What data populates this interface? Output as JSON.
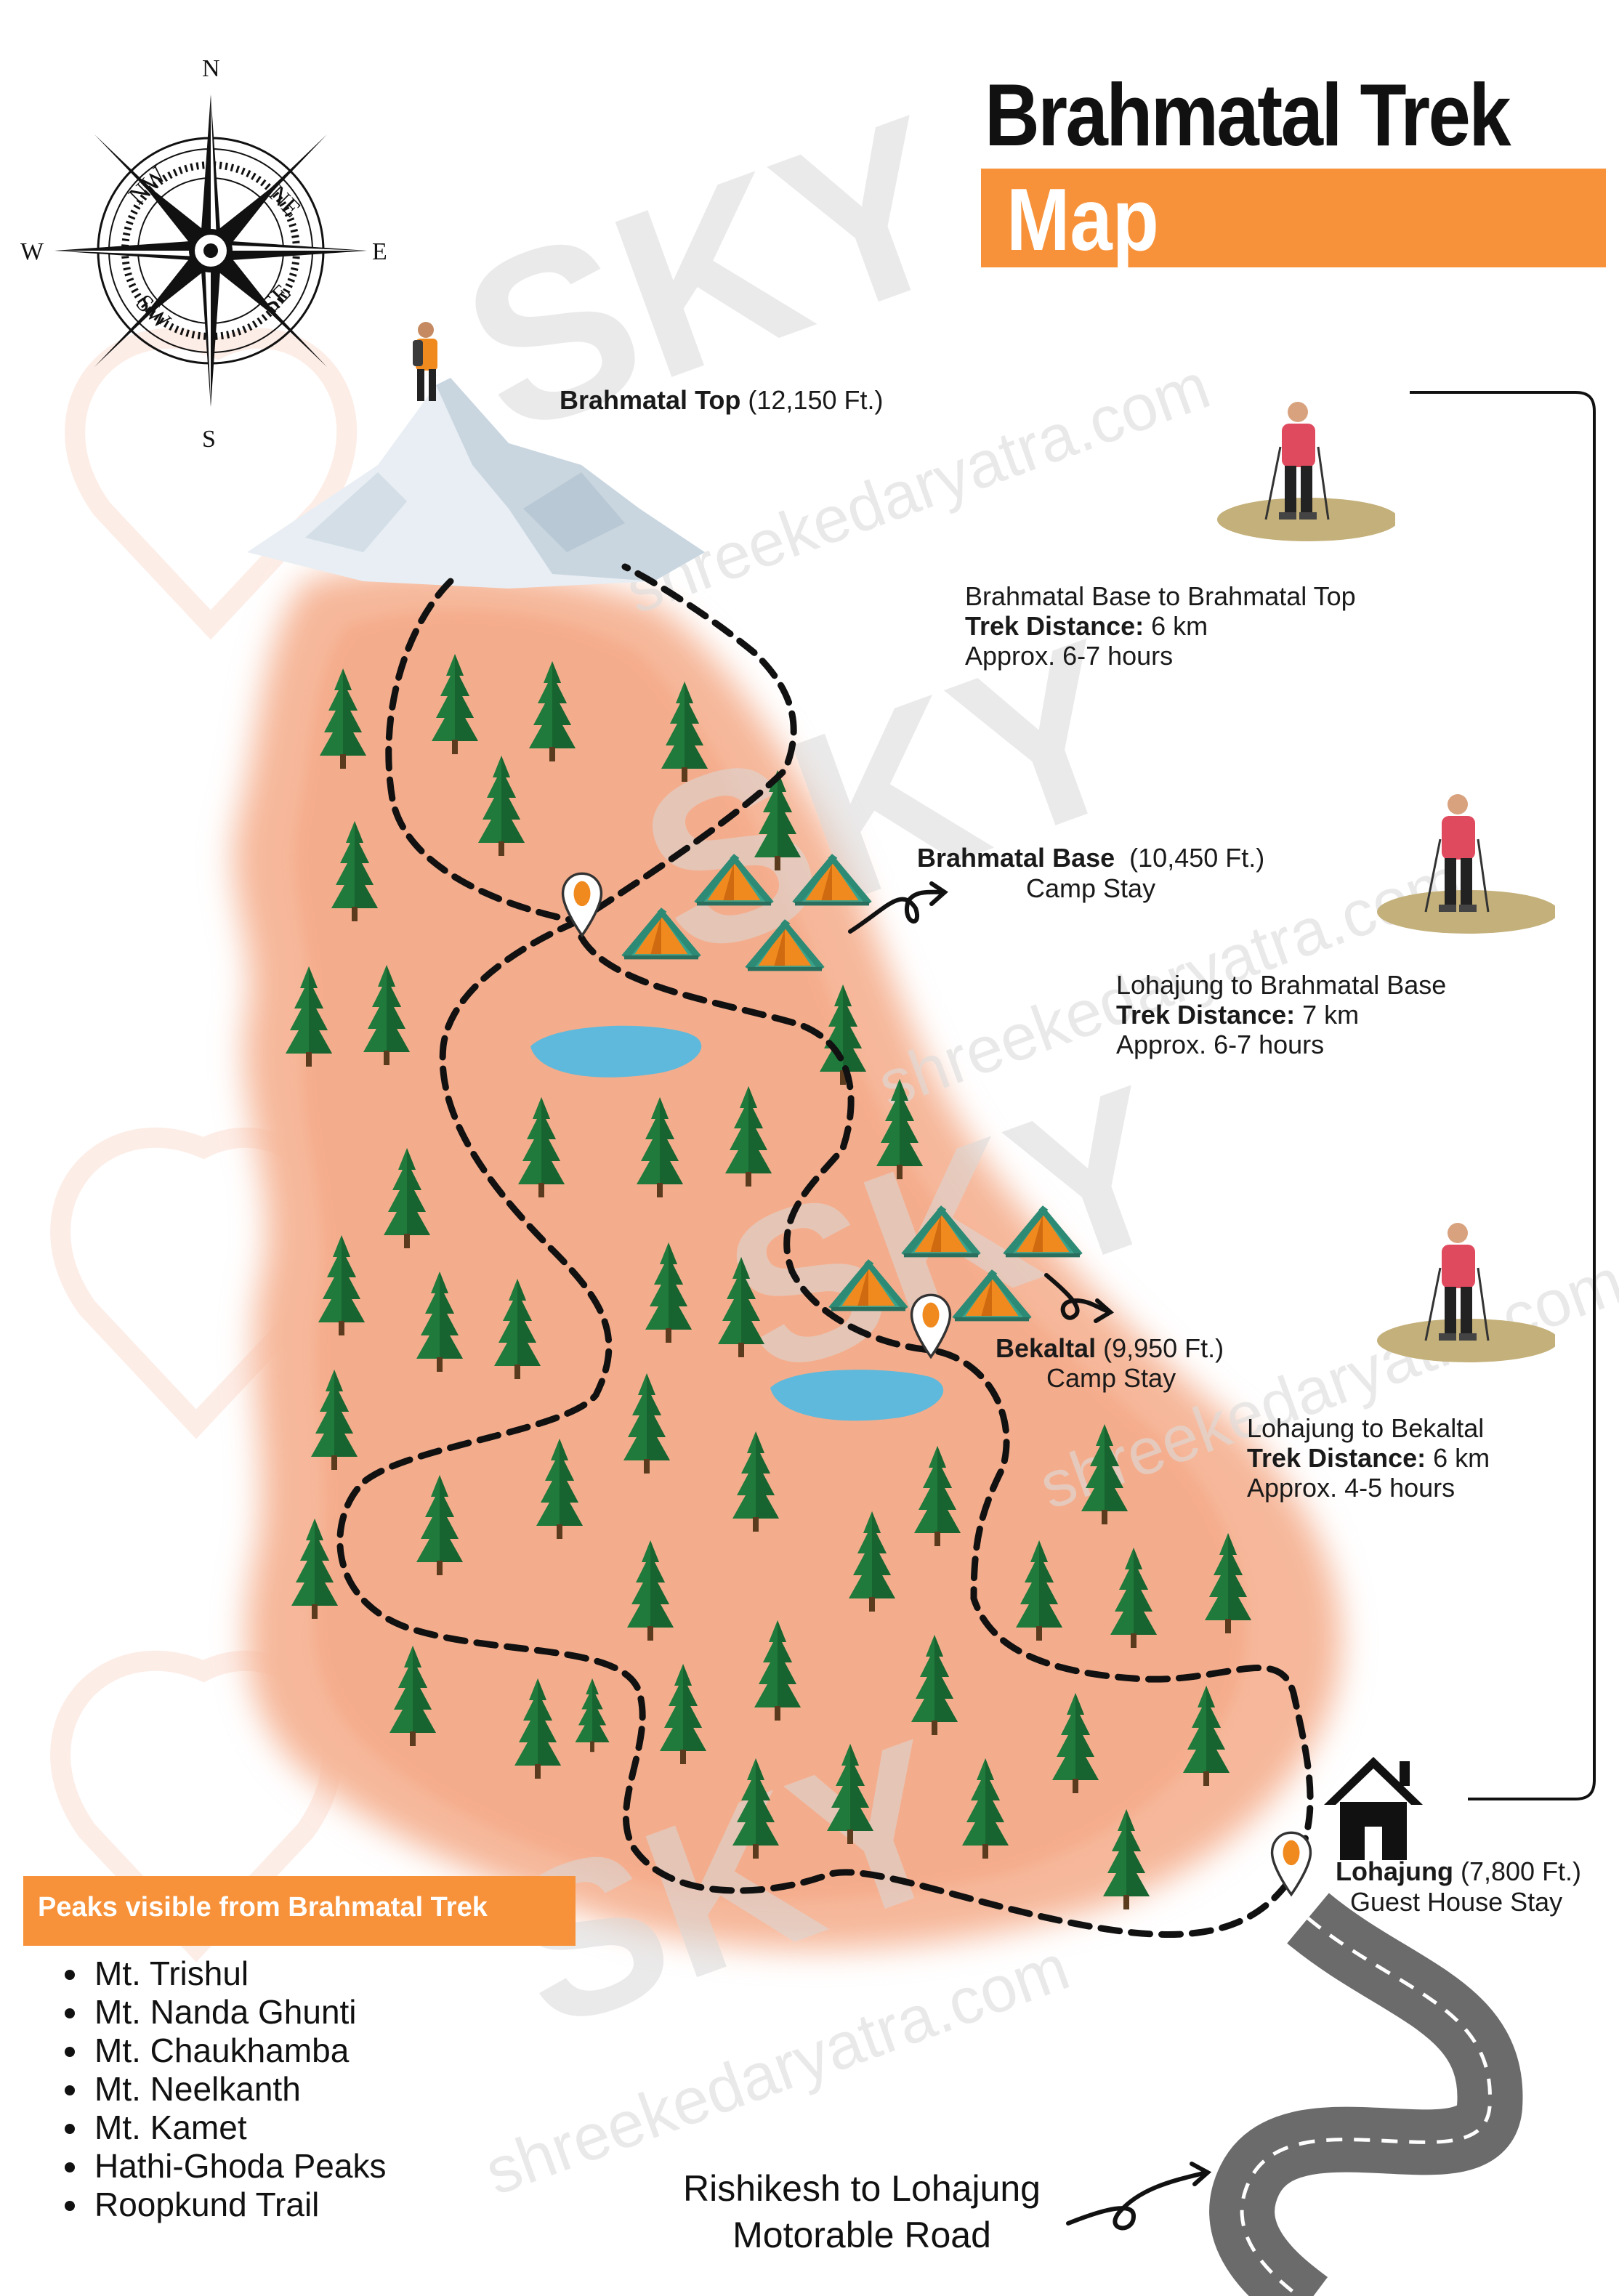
{
  "title": {
    "line1": "Brahmatal Trek",
    "line2": "Map"
  },
  "colors": {
    "accent": "#f7923a",
    "terrain": "#f6b79a",
    "tree": "#1f7a3c",
    "tent": "#f08a1f",
    "tent_roof": "#3aa38c",
    "lake": "#5fb9dc",
    "pin": "#f08a1f",
    "road": "#6b6b6b"
  },
  "icons": [
    "compass-icon",
    "hiker-icon",
    "snow-peak-icon",
    "tree-icon",
    "tent-icon",
    "lake-icon",
    "location-pin-icon",
    "house-icon",
    "trekker-icon",
    "road-icon",
    "arrow-icon"
  ],
  "compass": {
    "n": "N",
    "s": "S",
    "e": "E",
    "w": "W",
    "ne": "NE",
    "nw": "NW",
    "se": "SE",
    "sw": "SW"
  },
  "watermark": {
    "big": "SKY",
    "url": "shreekedaryatra.com"
  },
  "stops": {
    "top": {
      "name": "Brahmatal Top",
      "alt": "(12,150 Ft.)"
    },
    "base": {
      "name": "Brahmatal Base",
      "alt": "(10,450 Ft.)",
      "stay": "Camp Stay"
    },
    "bekaltal": {
      "name": "Bekaltal",
      "alt": "(9,950 Ft.)",
      "stay": "Camp Stay"
    },
    "lohajung": {
      "name": "Lohajung",
      "alt": "(7,800 Ft.)",
      "stay": "Guest House Stay"
    }
  },
  "segments": [
    {
      "route": "Brahmatal Base to Brahmatal Top",
      "distance_label": "Trek Distance:",
      "distance": "6 km",
      "time": "Approx. 6-7 hours"
    },
    {
      "route": "Lohajung to Brahmatal Base",
      "distance_label": "Trek Distance:",
      "distance": "7 km",
      "time": "Approx. 6-7 hours"
    },
    {
      "route": "Lohajung to Bekaltal",
      "distance_label": "Trek Distance:",
      "distance": "6 km",
      "time": "Approx. 4-5 hours"
    }
  ],
  "peaks": {
    "title": "Peaks visible from Brahmatal Trek",
    "items": [
      "Mt. Trishul",
      "Mt. Nanda Ghunti",
      "Mt. Chaukhamba",
      "Mt. Neelkanth",
      "Mt. Kamet",
      "Hathi-Ghoda Peaks",
      "Roopkund Trail"
    ]
  },
  "road": {
    "line1": "Rishikesh to Lohajung",
    "line2": "Motorable Road"
  }
}
